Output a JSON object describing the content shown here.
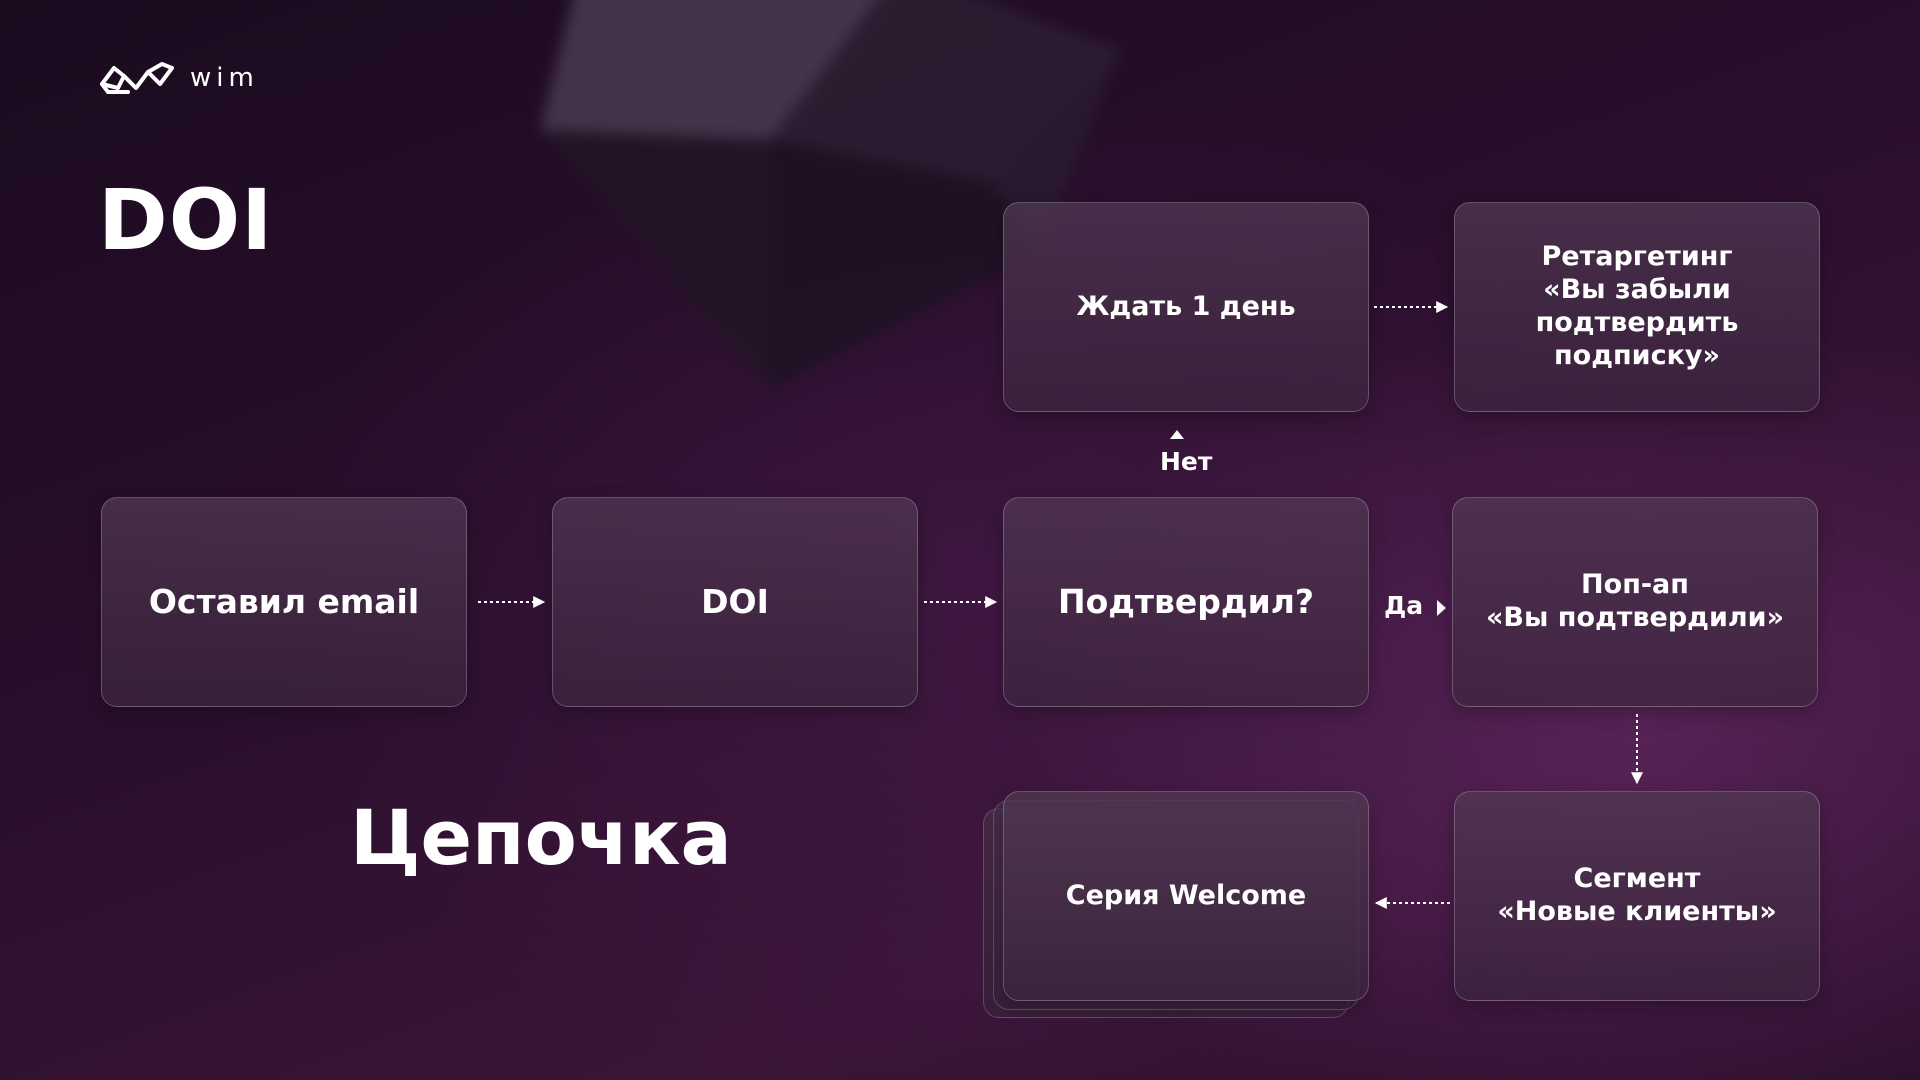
{
  "logo": {
    "text": "wim"
  },
  "title": "DOI",
  "subtitle": "Цепочка",
  "nodes": {
    "left_email": "Оставил email",
    "doi": "DOI",
    "confirmed": "Подтвердил?",
    "wait": "Ждать 1 день",
    "retargeting": "Ретаргетинг\n«Вы забыли\nподтвердить\nподписку»",
    "popup": "Поп-ап\n«Вы подтвердили»",
    "segment": "Сегмент\n«Новые клиенты»",
    "welcome": "Серия Welcome"
  },
  "edge_labels": {
    "no": "Нет",
    "yes": "Да"
  },
  "colors": {
    "background": "#2a0f2c",
    "box_fill": "#4d3550",
    "text": "#ffffff"
  }
}
